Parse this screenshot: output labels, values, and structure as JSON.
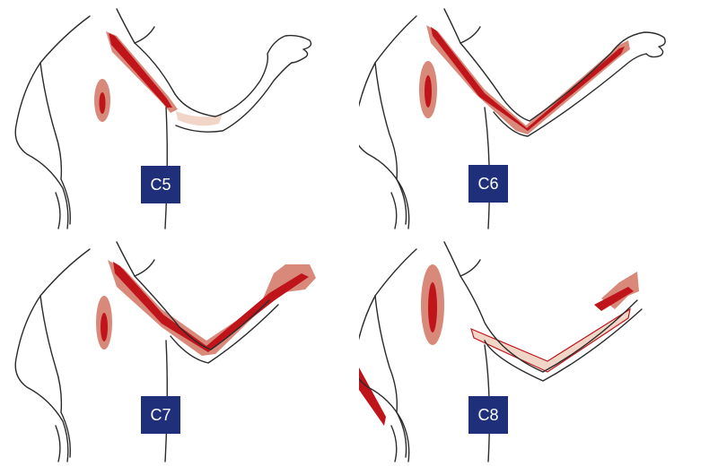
{
  "colors": {
    "light_zone": "#d9897a",
    "dark_zone": "#c0141b",
    "pale_zone": "#f1d6c8",
    "outline": "#2b2b2b",
    "badge_bg": "#1f2f7a",
    "badge_text": "#ffffff"
  },
  "panels": [
    {
      "label": "C5"
    },
    {
      "label": "C6"
    },
    {
      "label": "C7"
    },
    {
      "label": "C8"
    }
  ]
}
